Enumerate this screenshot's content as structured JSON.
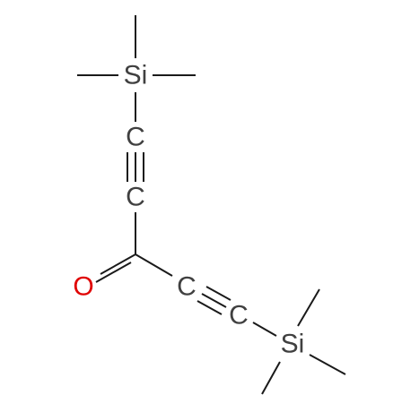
{
  "diagram": {
    "type": "skeletal-structure",
    "atoms": [
      {
        "id": "si_top",
        "label": "Si",
        "color": "#404040"
      },
      {
        "id": "c_top_1",
        "label": "C",
        "color": "#404040"
      },
      {
        "id": "c_top_2",
        "label": "C",
        "color": "#404040"
      },
      {
        "id": "oxygen",
        "label": "O",
        "color": "#e00000"
      },
      {
        "id": "c_right_1",
        "label": "C",
        "color": "#404040"
      },
      {
        "id": "c_right_2",
        "label": "C",
        "color": "#404040"
      },
      {
        "id": "si_bottom",
        "label": "Si",
        "color": "#404040"
      }
    ],
    "bond_orders": {
      "si_top_methyl_up": 1,
      "si_top_methyl_left": 1,
      "si_top_methyl_right": 1,
      "si_top_to_c_top_1": 1,
      "c_top_1_to_c_top_2": 3,
      "c_top_2_to_carbonyl": 1,
      "carbonyl_to_oxygen": 2,
      "carbonyl_to_c_right_1": 1,
      "c_right_1_to_c_right_2": 3,
      "c_right_2_to_si_bottom": 1,
      "si_bottom_methyl_up": 1,
      "si_bottom_methyl_right": 1,
      "si_bottom_methyl_down": 1
    }
  }
}
